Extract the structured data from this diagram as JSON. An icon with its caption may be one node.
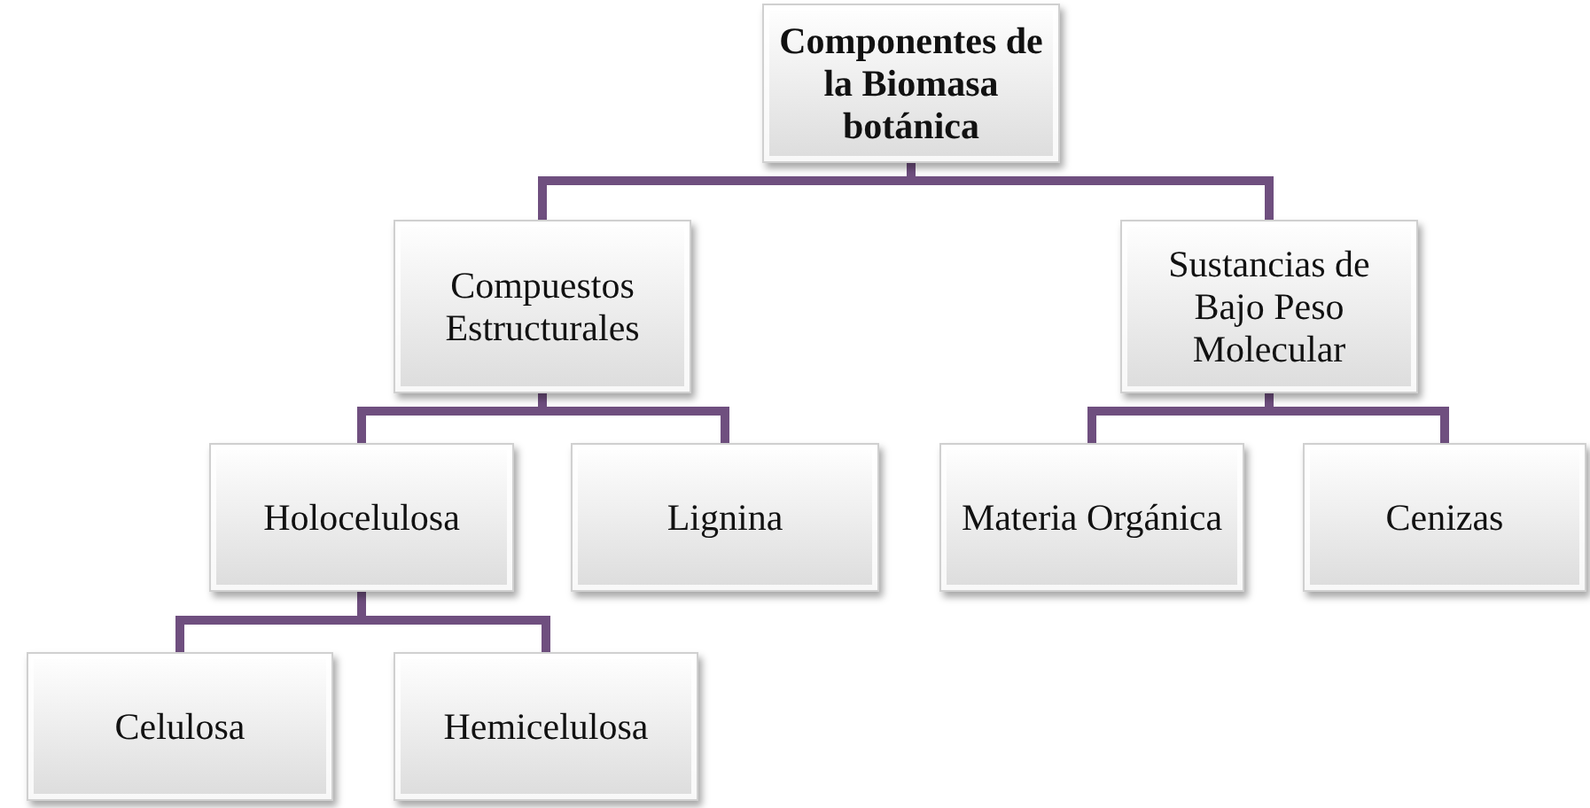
{
  "diagram": {
    "nodes": [
      {
        "text": [
          "Componentes de la Biomasa botánica"
        ]
      },
      {
        "text": [
          "Compuestos Estructurales"
        ]
      },
      {
        "text": [
          "Sustancias de Bajo Peso Molecular"
        ]
      },
      {
        "text": [
          "Holocelulosa"
        ]
      },
      {
        "text": [
          "Lignina"
        ]
      },
      {
        "text": [
          "Materia Orgánica"
        ]
      },
      {
        "text": [
          "Cenizas"
        ]
      },
      {
        "text": [
          "Celulosa"
        ]
      },
      {
        "text": [
          "Hemicelulosa"
        ]
      }
    ],
    "edges": [
      {
        "from": 0,
        "to": 1,
        "arrow": "none"
      },
      {
        "from": 0,
        "to": 2,
        "arrow": "none"
      },
      {
        "from": 1,
        "to": 3,
        "arrow": "none"
      },
      {
        "from": 1,
        "to": 4,
        "arrow": "none"
      },
      {
        "from": 2,
        "to": 5,
        "arrow": "none"
      },
      {
        "from": 2,
        "to": 6,
        "arrow": "none"
      },
      {
        "from": 3,
        "to": 7,
        "arrow": "none"
      },
      {
        "from": 3,
        "to": 8,
        "arrow": "none"
      }
    ]
  }
}
